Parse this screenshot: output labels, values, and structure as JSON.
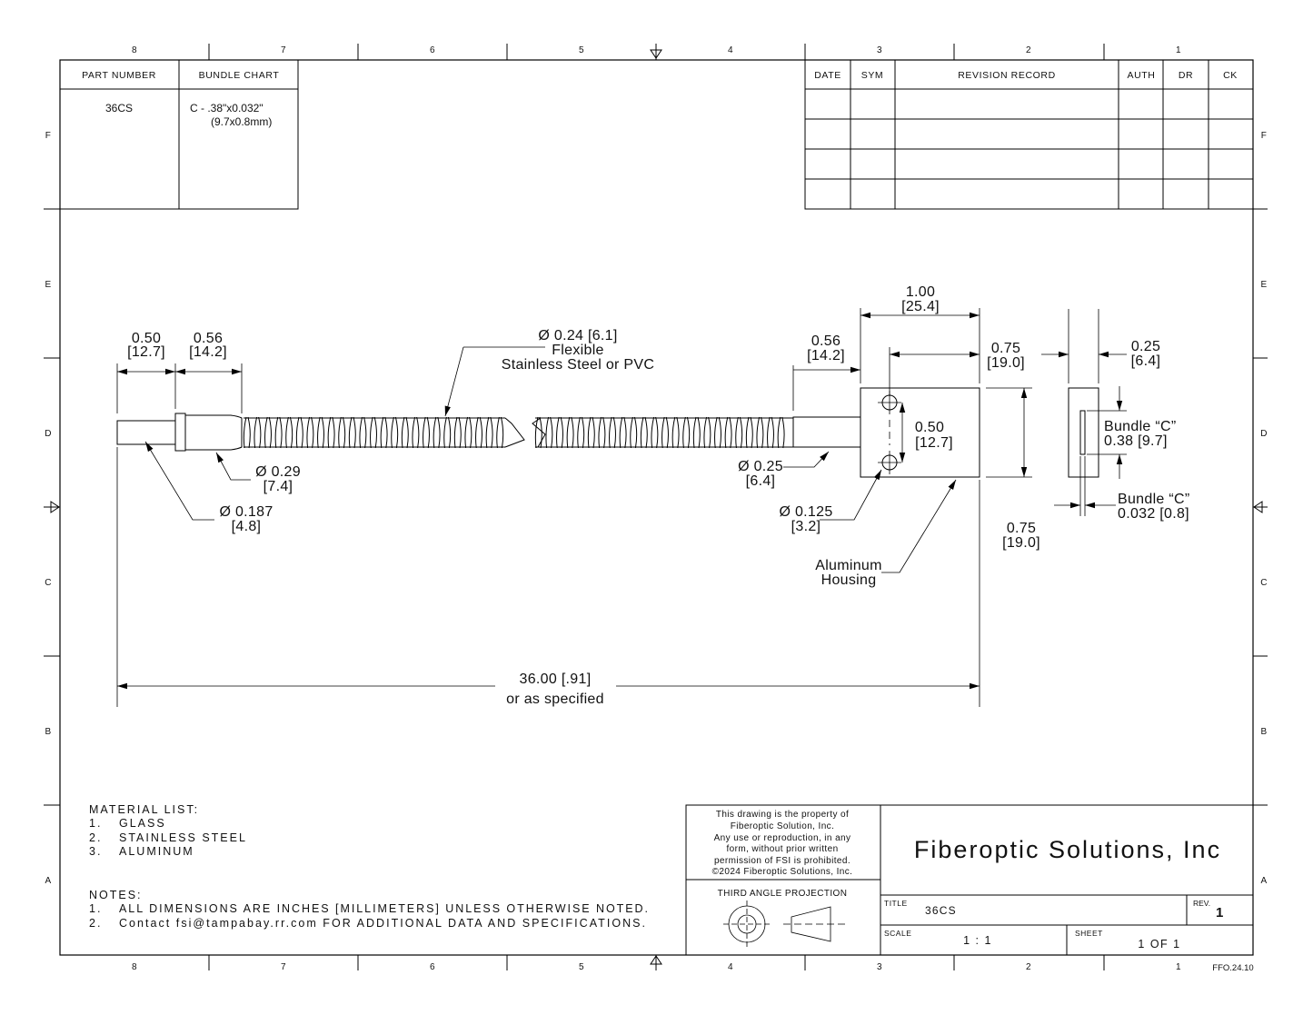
{
  "zones": {
    "columns": [
      "8",
      "7",
      "6",
      "5",
      "4",
      "3",
      "2",
      "1"
    ],
    "rows": [
      "F",
      "E",
      "D",
      "C",
      "B",
      "A"
    ]
  },
  "bundle_table": {
    "headers": [
      "PART NUMBER",
      "BUNDLE CHART"
    ],
    "part_number": "36CS",
    "bundle_line1": "C - .38\"x0.032\"",
    "bundle_line2": "(9.7x0.8mm)"
  },
  "revision_table": {
    "headers": [
      "DATE",
      "SYM",
      "REVISION RECORD",
      "AUTH",
      "DR",
      "CK"
    ]
  },
  "dimensions": {
    "tip_length": "0.50",
    "tip_length_mm": "[12.7]",
    "ferrule_length": "0.56",
    "ferrule_length_mm": "[14.2]",
    "sheath_dia": "Ø 0.24 [6.1]",
    "sheath_line2": "Flexible",
    "sheath_line3": "Stainless Steel or PVC",
    "ferrule_dia": "Ø 0.29",
    "ferrule_dia_mm": "[7.4]",
    "tip_dia": "Ø 0.187",
    "tip_dia_mm": "[4.8]",
    "end_sleeve_length": "0.56",
    "end_sleeve_length_mm": "[14.2]",
    "end_sleeve_dia": "Ø 0.25",
    "end_sleeve_dia_mm": "[6.4]",
    "housing_width": "1.00",
    "housing_width_mm": "[25.4]",
    "hole_offset": "0.75",
    "hole_offset_mm": "[19.0]",
    "hole_spacing": "0.50",
    "hole_spacing_mm": "[12.7]",
    "hole_dia": "Ø 0.125",
    "hole_dia_mm": "[3.2]",
    "housing_height": "0.75",
    "housing_height_mm": "[19.0]",
    "housing_label1": "Aluminum",
    "housing_label2": "Housing",
    "side_thickness": "0.25",
    "side_thickness_mm": "[6.4]",
    "bundle_label1": "Bundle “C”",
    "bundle_length": "0.38 [9.7]",
    "bundle_label2": "Bundle “C”",
    "bundle_width": "0.032 [0.8]",
    "overall_length": "36.00 [.91]",
    "overall_note": "or as specified"
  },
  "material_list": {
    "title": "MATERIAL LIST:",
    "items": [
      {
        "num": "1.",
        "text": "GLASS"
      },
      {
        "num": "2.",
        "text": "STAINLESS STEEL"
      },
      {
        "num": "3.",
        "text": "ALUMINUM"
      }
    ]
  },
  "notes": {
    "title": "NOTES:",
    "items": [
      {
        "num": "1.",
        "text": "ALL DIMENSIONS ARE INCHES [MILLIMETERS] UNLESS OTHERWISE NOTED."
      },
      {
        "num": "2.",
        "text": "Contact fsi@tampabay.rr.com FOR ADDITIONAL DATA AND SPECIFICATIONS."
      }
    ]
  },
  "title_block": {
    "property_lines": [
      "This drawing is the property of",
      "Fiberoptic Solution, Inc.",
      "Any use or reproduction, in any",
      "form, without prior written",
      "permission of FSI is prohibited.",
      "©2024 Fiberoptic Solutions, Inc."
    ],
    "projection_label": "THIRD ANGLE PROJECTION",
    "company": "Fiberoptic Solutions, Inc",
    "title_label": "TITLE",
    "title_value": "36CS",
    "rev_label": "REV.",
    "rev_value": "1",
    "scale_label": "SCALE",
    "scale_value": "1 : 1",
    "sheet_label": "SHEET",
    "sheet_value": "1  OF 1",
    "form_code": "FFO.24.10"
  }
}
